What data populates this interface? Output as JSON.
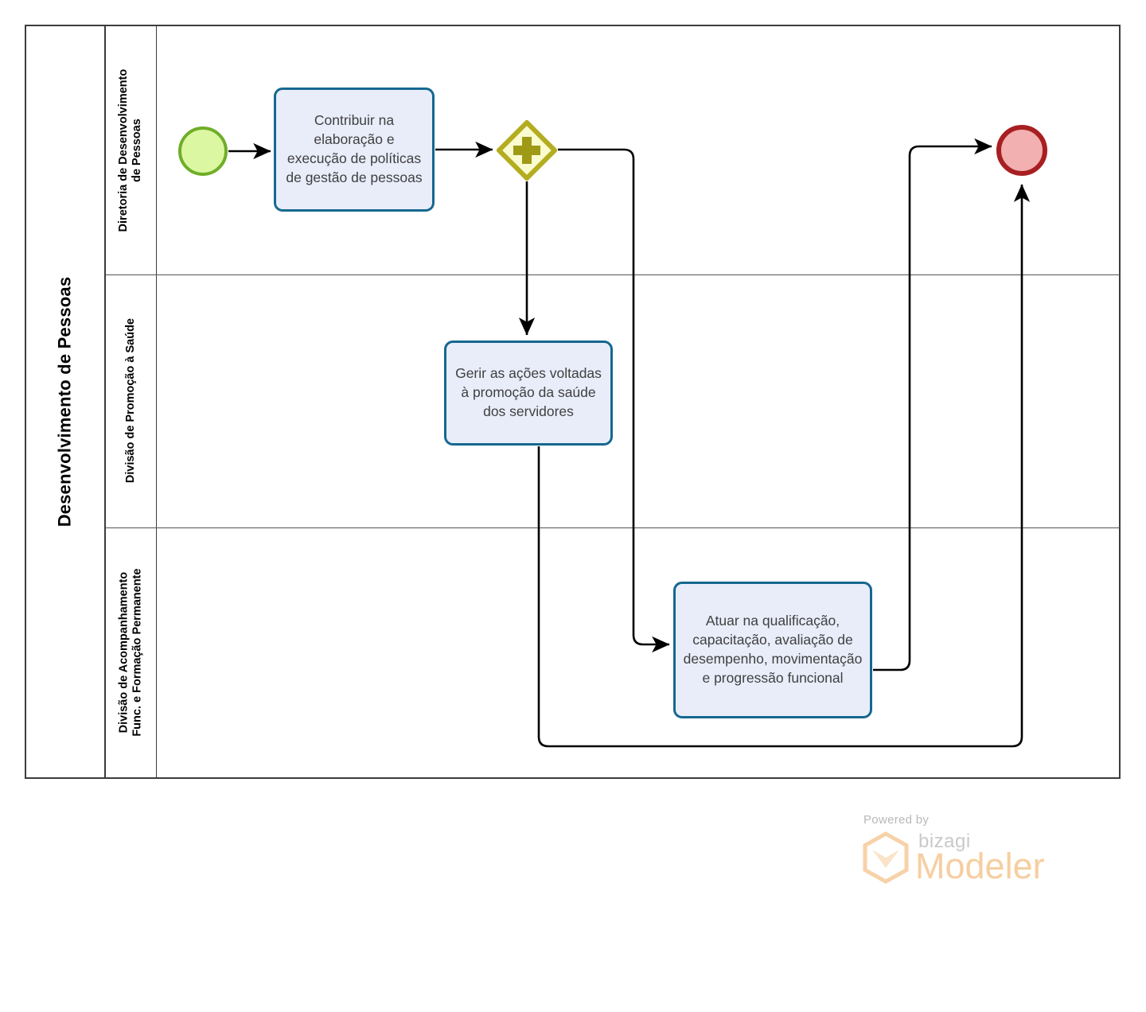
{
  "pool": {
    "title": "Desenvolvimento de Pessoas"
  },
  "lanes": [
    {
      "id": "lane-1",
      "label_line1": "Diretoria de Desenvolvimento",
      "label_line2": "de Pessoas"
    },
    {
      "id": "lane-2",
      "label_line1": "Divisão de Promoção à Saúde",
      "label_line2": ""
    },
    {
      "id": "lane-3",
      "label_line1": "Divisão de Acompanhamento",
      "label_line2": "Func. e Formação Permanente"
    }
  ],
  "events": {
    "start": {
      "name": "start-event",
      "type": "start",
      "fill": "#dcf7a1",
      "stroke": "#6fae29"
    },
    "end": {
      "name": "end-event",
      "type": "end",
      "fill": "#f2b0b0",
      "stroke": "#a81f21"
    }
  },
  "gateway": {
    "name": "parallel-gateway",
    "type": "parallel",
    "symbol": "+",
    "fill": "#fbfbd0",
    "stroke": "#b3ad1f"
  },
  "tasks": [
    {
      "id": "task-contribuir",
      "lane": "Diretoria de Desenvolvimento de Pessoas",
      "label": "Contribuir na elaboração e execução de políticas de gestão de pessoas"
    },
    {
      "id": "task-gerir",
      "lane": "Divisão de Promoção à Saúde",
      "label": "Gerir as ações voltadas à promoção da saúde dos servidores"
    },
    {
      "id": "task-atuar",
      "lane": "Divisão de Acompanhamento Func. e Formação Permanente",
      "label": "Atuar na qualificação, capacitação, avaliação de desempenho, movimentação e progressão funcional"
    }
  ],
  "flows": [
    {
      "from": "start-event",
      "to": "task-contribuir"
    },
    {
      "from": "task-contribuir",
      "to": "parallel-gateway"
    },
    {
      "from": "parallel-gateway",
      "to": "task-gerir"
    },
    {
      "from": "parallel-gateway",
      "to": "task-atuar"
    },
    {
      "from": "task-gerir",
      "to": "end-event"
    },
    {
      "from": "task-atuar",
      "to": "end-event"
    }
  ],
  "colors": {
    "task_fill": "#e9edfa",
    "task_stroke": "#15688f",
    "pool_stroke": "#3c3c3c",
    "connector": "#000000"
  },
  "watermark": {
    "powered_by": "Powered by",
    "brand": "bizagi",
    "product": "Modeler"
  }
}
